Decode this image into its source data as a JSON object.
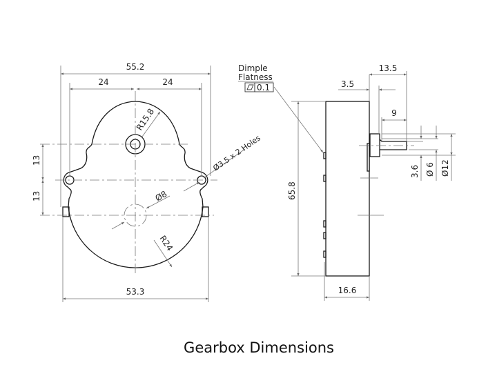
{
  "title": "Gearbox Dimensions",
  "front_view": {
    "overall_width": "55.2",
    "half_width_left": "24",
    "half_width_right": "24",
    "top_radius": "R15.8",
    "mounting_holes": "Ø3.5 x 2 Holes",
    "upper_offset": "13",
    "lower_offset": "13",
    "center_bore": "Ø8",
    "bottom_radius": "R24",
    "body_width": "53.3"
  },
  "side_view": {
    "dimple_label_line1": "Dimple",
    "dimple_label_line2": "Flatness",
    "flatness_tolerance": "0.1",
    "hub_offset": "3.5",
    "shaft_total_length": "13.5",
    "shaft_length": "9",
    "height": "65.8",
    "depth": "16.6",
    "shaft_flat": "3.6",
    "shaft_diameter": "Ø 6",
    "hub_diameter": "Ø12"
  }
}
